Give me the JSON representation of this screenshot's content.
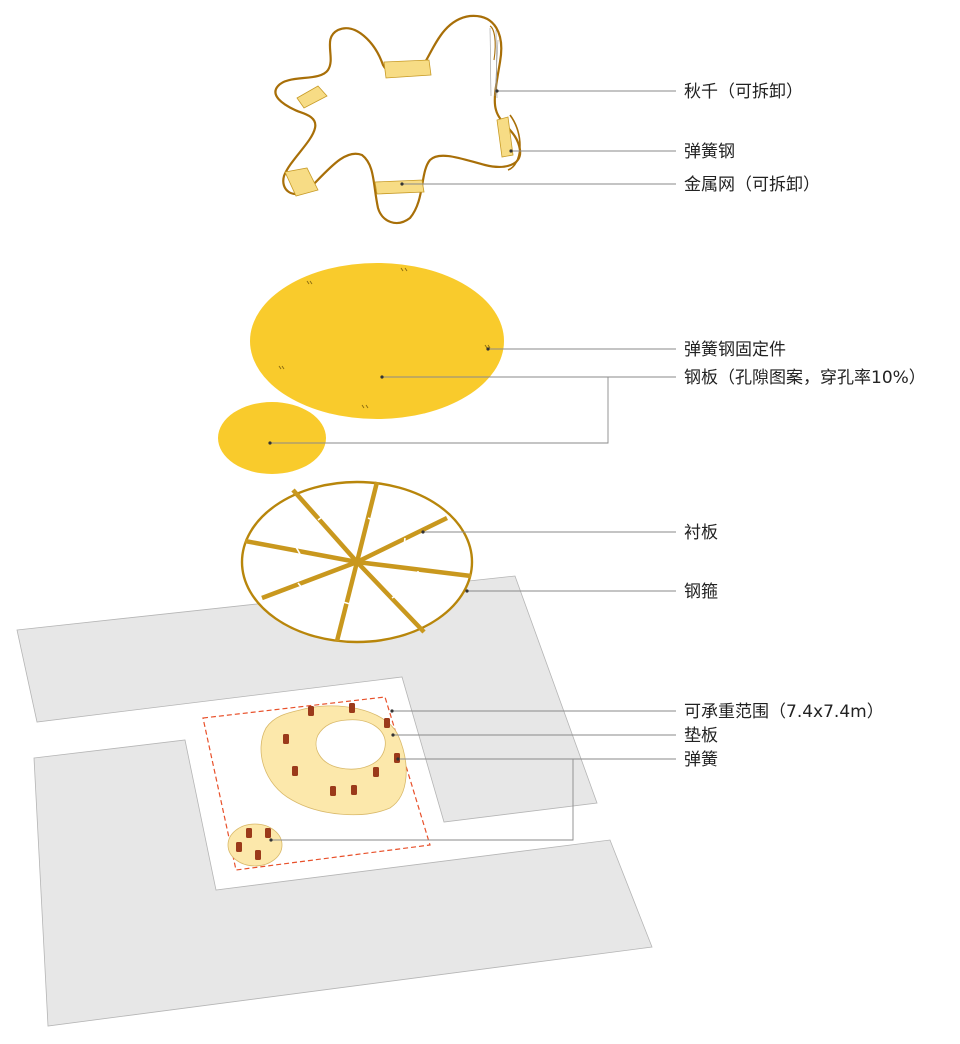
{
  "labels": {
    "swing": "秋千（可拆卸）",
    "spring_steel": "弹簧钢",
    "metal_mesh": "金属网（可拆卸）",
    "spring_steel_fixture": "弹簧钢固定件",
    "steel_plate": "钢板（孔隙图案，穿孔率10%）",
    "liner_board": "衬板",
    "steel_hoop": "钢箍",
    "load_bearing_area": "可承重范围（7.4x7.4m）",
    "pad_board": "垫板",
    "spring": "弹簧"
  },
  "colors": {
    "plate_yellow": "#f9cb2c",
    "frame_gold": "#b8860b",
    "pad_cream": "#fce8ab",
    "spring_brown": "#9b3a1a",
    "slab_gray": "#e7e7e7",
    "boundary_red": "#e8502a",
    "leader_gray": "#8a8a8a"
  }
}
